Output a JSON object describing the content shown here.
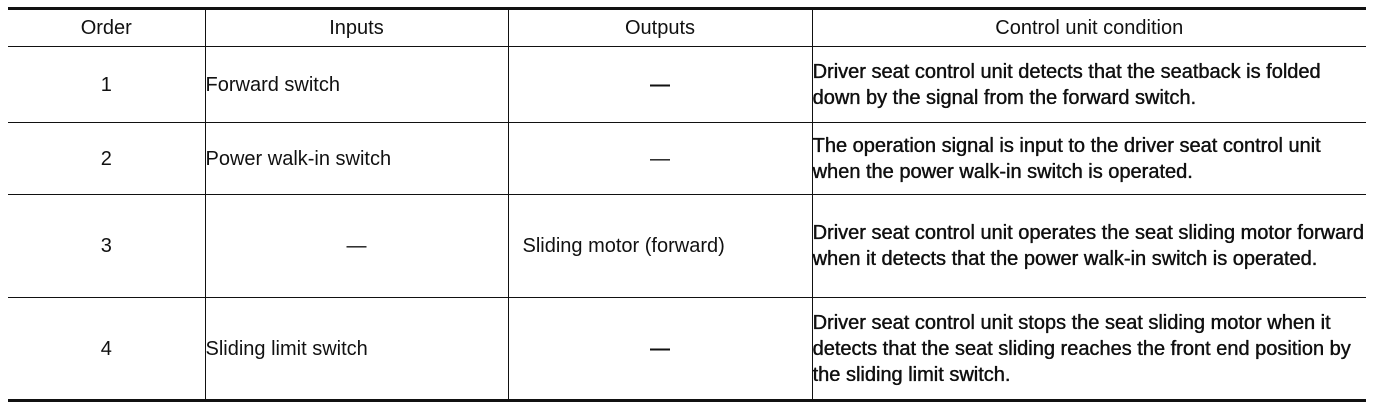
{
  "table": {
    "headers": {
      "order": "Order",
      "inputs": "Inputs",
      "outputs": "Outputs",
      "condition": "Control unit condition"
    },
    "rows": [
      {
        "order": "1",
        "inputs": "Forward switch",
        "outputs": "—",
        "condition": "Driver seat control unit detects that the seatback is folded down by the signal from the forward switch."
      },
      {
        "order": "2",
        "inputs": "Power walk-in switch",
        "outputs": "—",
        "condition": "The operation signal is input to the driver seat control unit when the power walk-in switch is operated."
      },
      {
        "order": "3",
        "inputs": "—",
        "outputs": "Sliding motor (forward)",
        "condition": "Driver seat control unit operates the seat sliding motor forward when it detects that the power walk-in switch is operated."
      },
      {
        "order": "4",
        "inputs": "Sliding limit switch",
        "outputs": "—",
        "condition": "Driver seat control unit stops the seat sliding motor when it detects that the seat sliding reaches the front end position by the sliding limit switch."
      }
    ]
  }
}
